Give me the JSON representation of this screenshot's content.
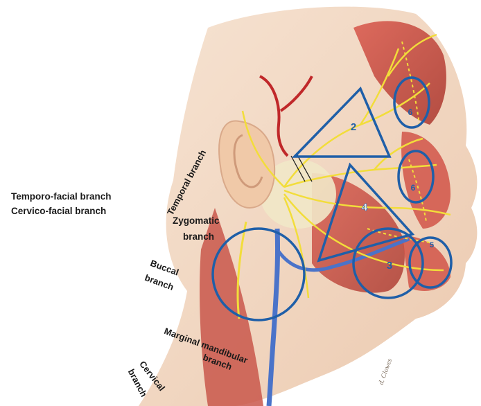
{
  "labels": {
    "temporo_facial": "Temporo-facial branch",
    "cervico_facial": "Cervico-facial branch",
    "temporal": "Temporal branch",
    "zygomatic_1": "Zygomatic",
    "zygomatic_2": "branch",
    "buccal_1": "Buccal",
    "buccal_2": "branch",
    "marginal_1": "Marginal mandibular",
    "marginal_2": "branch",
    "cervical_1": "Cervical",
    "cervical_2": "branch"
  },
  "markers": {
    "triangle_2": "2",
    "triangle_4": "4",
    "circle_3": "3",
    "circle_6_upper": "6",
    "circle_6_lower": "6",
    "circle_5": "5"
  },
  "signature": "d. Clowes",
  "colors": {
    "annotation_blue": "#1f5fa8",
    "muscle_red": "#c8453a",
    "nerve_yellow": "#f2dd3a",
    "skin": "#f3d9c4",
    "vein_blue": "#4a73c9",
    "artery_red": "#c0282a"
  }
}
